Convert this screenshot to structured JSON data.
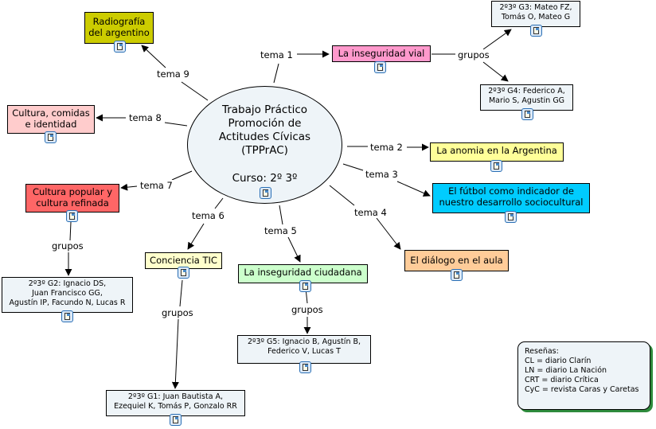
{
  "center": {
    "title": "Trabajo Práctico\nPromoción de\nActitudes Cívicas\n(TPPrAC)",
    "course": "Curso: 2º 3º",
    "color": "#eef4f8"
  },
  "topics": [
    {
      "link": "tema 1",
      "text": "La inseguridad vial",
      "color": "#ff99cc"
    },
    {
      "link": "tema 2",
      "text": "La anomia en la Argentina",
      "color": "#ffff99"
    },
    {
      "link": "tema 3",
      "text": "El fútbol como indicador de\nnuestro desarrollo sociocultural",
      "color": "#00ccff"
    },
    {
      "link": "tema 4",
      "text": "El diálogo en el aula",
      "color": "#ffcc99"
    },
    {
      "link": "tema 5",
      "text": "La inseguridad ciudadana",
      "color": "#ccffcc"
    },
    {
      "link": "tema 6",
      "text": "Conciencia TIC",
      "color": "#ffffcc"
    },
    {
      "link": "tema 7",
      "text": "Cultura popular y\ncultura refinada",
      "color": "#ff6666"
    },
    {
      "link": "tema 8",
      "text": "Cultura, comidas\ne identidad",
      "color": "#ffcccc"
    },
    {
      "link": "tema 9",
      "text": "Radiografía\ndel argentino",
      "color": "#cccc00"
    }
  ],
  "groups_label": "grupos",
  "groups": [
    {
      "id": "g1",
      "text": "2º3º G1: Juan Bautista A,\nEzequiel K, Tomás P, Gonzalo RR"
    },
    {
      "id": "g2",
      "text": "2º3º G2: Ignacio DS,\nJuan Francisco GG,\nAgustín IP, Facundo N, Lucas R"
    },
    {
      "id": "g3",
      "text": "2º3º G3: Mateo FZ,\nTomás O, Mateo G"
    },
    {
      "id": "g4",
      "text": "2º3º G4: Federico A,\nMario S, Agustin GG"
    },
    {
      "id": "g5",
      "text": "2º3º G5: Ignacio B, Agustín B,\nFederico V, Lucas T"
    }
  ],
  "group_color": "#eef4f8",
  "legend": {
    "text": "Reseñas:\nCL = diario Clarín\nLN = diario La Nación\nCRT = diario Crítica\nCyC = revista Caras y Caretas"
  },
  "icons": {
    "resource": "document-image-icon"
  }
}
